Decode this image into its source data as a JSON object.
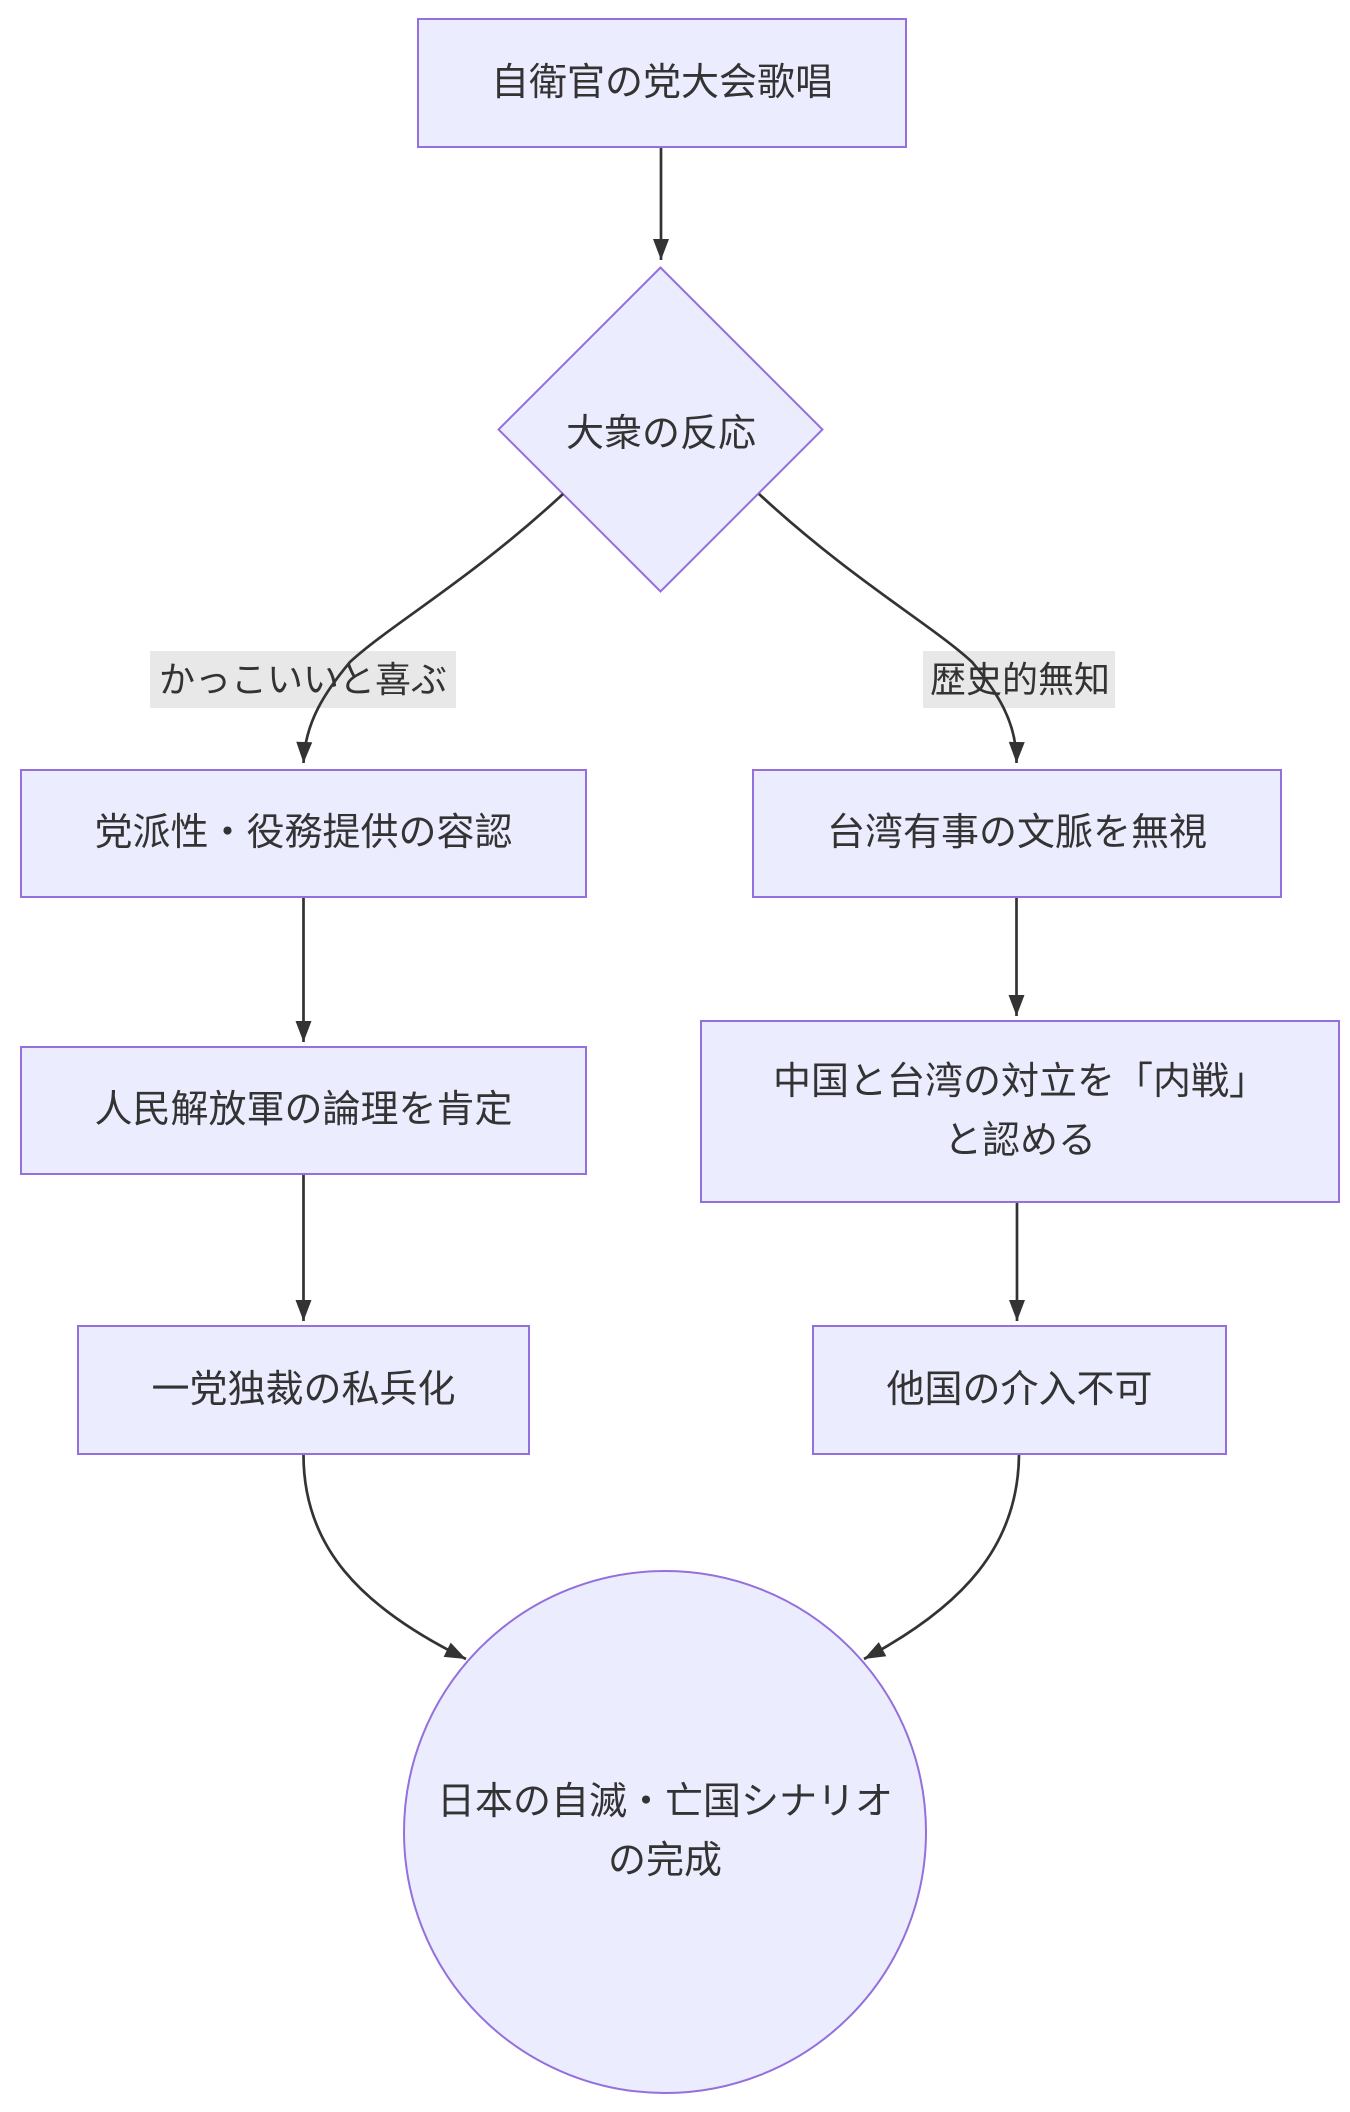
{
  "diagram": {
    "type": "flowchart",
    "direction": "top-down",
    "nodes": {
      "start": {
        "shape": "rectangle",
        "label": "自衛官の党大会歌唱"
      },
      "decision": {
        "shape": "diamond",
        "label": "大衆の反応"
      },
      "branch_left_1": {
        "shape": "rectangle",
        "label": "党派性・役務提供の容認"
      },
      "branch_left_2": {
        "shape": "rectangle",
        "label": "人民解放軍の論理を肯定"
      },
      "branch_left_3": {
        "shape": "rectangle",
        "label": "一党独裁の私兵化"
      },
      "branch_right_1": {
        "shape": "rectangle",
        "label": "台湾有事の文脈を無視"
      },
      "branch_right_2": {
        "shape": "rectangle",
        "label": "中国と台湾の対立を「内戦」と認める",
        "lines": [
          "中国と台湾の対立を「内戦」",
          "と認める"
        ]
      },
      "branch_right_3": {
        "shape": "rectangle",
        "label": "他国の介入不可"
      },
      "end": {
        "shape": "circle",
        "label": "日本の自滅・亡国シナリオの完成",
        "lines": [
          "日本の自滅・亡国シナリオ",
          "の完成"
        ]
      }
    },
    "edge_labels": {
      "left": "かっこいいと喜ぶ",
      "right": "歴史的無知"
    },
    "edges": [
      {
        "from": "start",
        "to": "decision",
        "label": ""
      },
      {
        "from": "decision",
        "to": "branch_left_1",
        "label": "かっこいいと喜ぶ"
      },
      {
        "from": "decision",
        "to": "branch_right_1",
        "label": "歴史的無知"
      },
      {
        "from": "branch_left_1",
        "to": "branch_left_2",
        "label": ""
      },
      {
        "from": "branch_left_2",
        "to": "branch_left_3",
        "label": ""
      },
      {
        "from": "branch_right_1",
        "to": "branch_right_2",
        "label": ""
      },
      {
        "from": "branch_right_2",
        "to": "branch_right_3",
        "label": ""
      },
      {
        "from": "branch_left_3",
        "to": "end",
        "label": ""
      },
      {
        "from": "branch_right_3",
        "to": "end",
        "label": ""
      }
    ],
    "colors": {
      "node_fill": "#ECECFF",
      "node_border": "#9370DB",
      "edge_stroke": "#333333",
      "text": "#333333",
      "edge_label_background": "#e8e8e8",
      "page_background": "#ffffff"
    }
  }
}
